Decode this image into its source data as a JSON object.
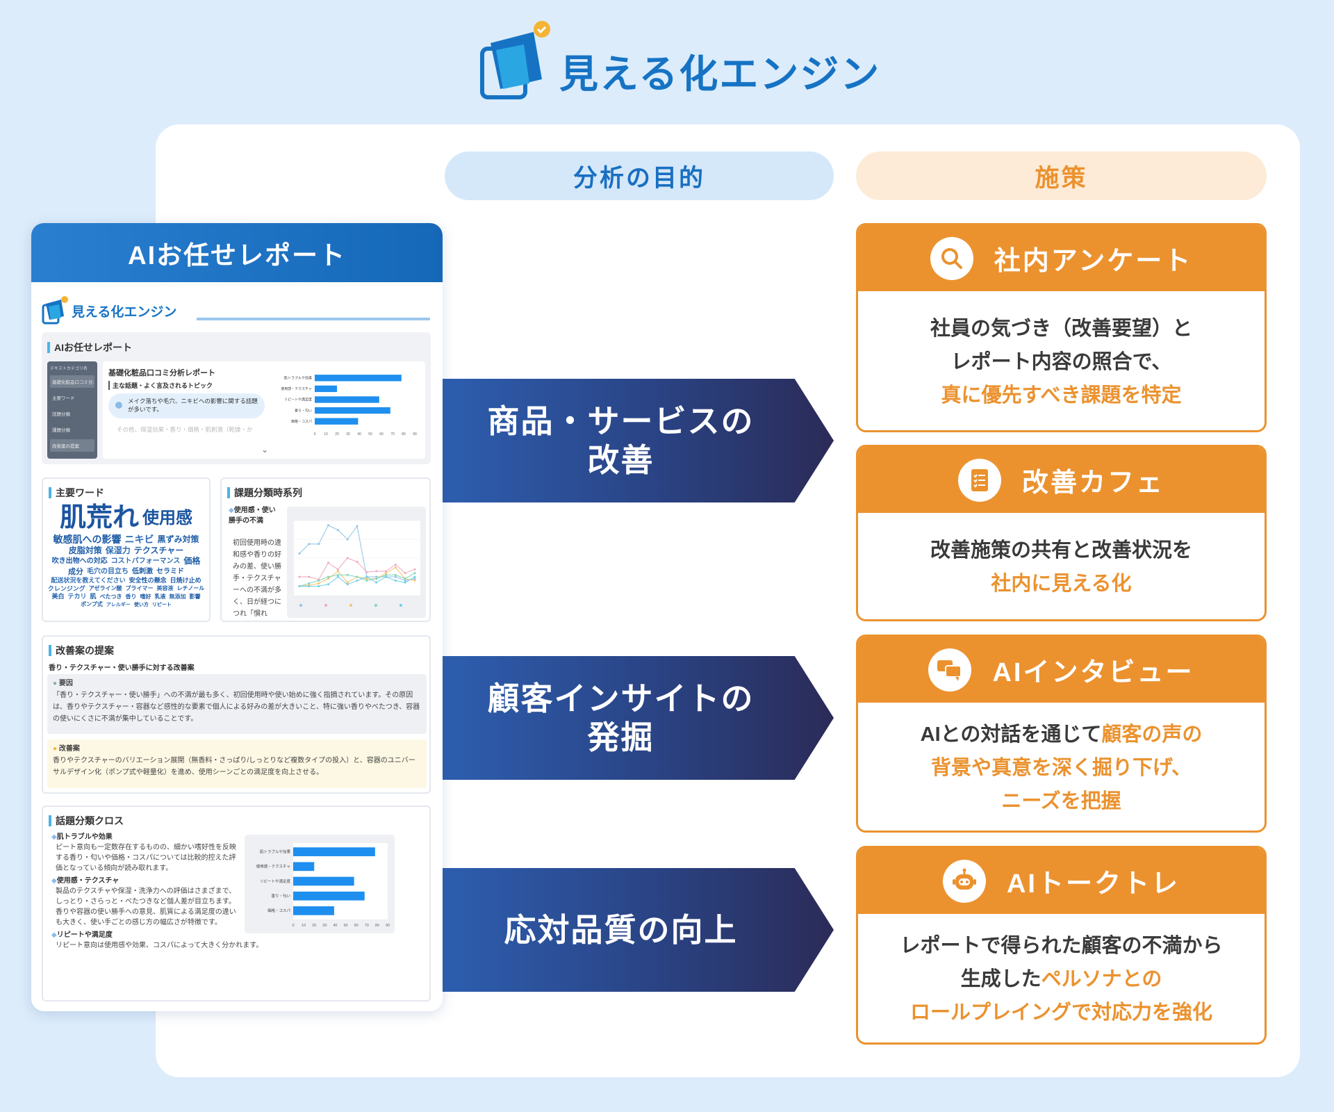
{
  "brand": {
    "name": "見える化エンジン",
    "colors": {
      "blue": "#1673c4",
      "orange": "#eb922f",
      "navy": "#2b2b57",
      "background": "#dcecfb"
    }
  },
  "columns": {
    "purpose": "分析の目的",
    "measures": "施策"
  },
  "purposes": [
    {
      "line1": "商品・サービスの",
      "line2": "改善"
    },
    {
      "line1": "顧客インサイトの",
      "line2": "発掘"
    },
    {
      "line1": "応対品質の向上",
      "line2": ""
    }
  ],
  "measures": [
    {
      "title": "社内アンケート",
      "icon": "search-icon",
      "lines": [
        {
          "text": "社員の気づき（改善要望）と"
        },
        {
          "text": "レポート内容の照合で、"
        },
        {
          "text": "真に優先すべき課題を特定",
          "highlight": true
        }
      ]
    },
    {
      "title": "改善カフェ",
      "icon": "checklist-icon",
      "lines": [
        {
          "text": "改善施策の共有と改善状況を"
        },
        {
          "text": "社内に見える化",
          "highlight": true
        }
      ]
    },
    {
      "title": "AIインタビュー",
      "icon": "chat-icon",
      "line1_plain": "AIとの対話を通じて",
      "line1_hl": "顧客の声の",
      "line2": "背景や真意を深く掘り下げ、",
      "line3": "ニーズを把握"
    },
    {
      "title": "AIトークトレ",
      "icon": "robot-icon",
      "line1": "レポートで得られた顧客の不満から",
      "line2_plain": "生成した",
      "line2_hl": "ペルソナとの",
      "line3": "ロールプレイングで対応力を強化"
    }
  ],
  "report": {
    "header": "AIお任せレポート",
    "logo_text": "見える化エンジン",
    "section1": {
      "title": "AIお任せレポート",
      "sidebar": {
        "heading": "テキストカテゴリ名",
        "items": [
          "基礎化粧品口コミ分…",
          "主要ワード",
          "話題分類",
          "課題分類",
          "改善案の提案"
        ],
        "active": 0
      },
      "doc_title": "基礎化粧品口コミ分析レポート",
      "subheading": "主な話題・よく言及されるトピック",
      "bubble": "メイク落ちや毛穴、ニキビへの影響に関する話題が多いです。",
      "faded": "その他、保湿効果・香り・価格・肌刺激（乾燥・か"
    },
    "keywords": {
      "title": "主要ワード",
      "words": [
        "肌荒れ",
        "使用感",
        "敏感肌への影響",
        "ニキビ",
        "黒ずみ対策",
        "皮脂対策",
        "保湿力",
        "テクスチャー",
        "吹き出物への対応",
        "コストパフォーマンス",
        "価格",
        "成分",
        "毛穴の目立ち",
        "低刺激",
        "セラミド",
        "配送状況を教えてください",
        "安全性の懸念",
        "日焼け止め",
        "クレンジング",
        "アゼライン酸",
        "プライマー",
        "美容液",
        "レチノール",
        "美白",
        "テカリ",
        "肌",
        "べたつき",
        "香り",
        "嗜好",
        "乳液",
        "無添加",
        "影響",
        "ポンプ式",
        "アレルギー",
        "使い方",
        "リピート"
      ]
    },
    "timeseries": {
      "title": "課題分類時系列",
      "bullet": "使用感・使い勝手の不満",
      "text": "初回使用時の違和感や香りの好みの差、使い勝手・テクスチャーへの不満が多く、日が経つにつれ「慣れ"
    },
    "proposal": {
      "title": "改善案の提案",
      "subtitle": "香り・テクスチャー・使い勝手に対する改善案",
      "cause_label": "要因",
      "cause": "「香り・テクスチャー・使い勝手」への不満が最も多く、初回使用時や使い始めに強く指摘されています。その原因は、香りやテクスチャー・容器など感性的な要素で個人による好みの差が大きいこと、特に強い香りやべたつき、容器の使いにくさに不満が集中していることです。",
      "plan_label": "改善案",
      "plan": "香りやテクスチャーのバリエーション展開（無香料・さっぱり/しっとりなど複数タイプの投入）と、容器のユニバーサルデザイン化（ポンプ式や軽量化）を進め、使用シーンごとの満足度を向上させる。"
    },
    "cross": {
      "title": "話題分類クロス",
      "items": [
        {
          "head": "肌トラブルや効果",
          "text": "ピート意向も一定数存在するものの、細かい嗜好性を反映する香り・匂いや価格・コスパについては比較的控えた評価となっている傾向が読み取れます。"
        },
        {
          "head": "使用感・テクスチャ",
          "text": "製品のテクスチャや保湿・洗浄力への評価はさまざまで、しっとり・さらっと・べたつきなど個人差が目立ちます。香りや容器の使い勝手への意見、肌質による満足度の違いも大きく、使い手ごとの感じ方の幅広さが特徴です。"
        },
        {
          "head": "リピートや満足度",
          "text": "リピート意向は使用感や効果、コスパによって大きく分かれます。"
        }
      ]
    }
  },
  "chart_data": [
    {
      "type": "bar",
      "orientation": "horizontal",
      "categories": [
        "肌トラブルや効果",
        "使用感・テクスチャ",
        "リピートや満足度",
        "香り・匂い",
        "価格・コスパ"
      ],
      "values": [
        78,
        20,
        58,
        68,
        39
      ],
      "xlim": [
        0,
        90
      ],
      "xticks": [
        0,
        10,
        20,
        30,
        40,
        50,
        60,
        70,
        80,
        90
      ],
      "color": "#1e8fef"
    },
    {
      "type": "line",
      "series": [
        {
          "color": "#8fc4e6",
          "values": [
            45,
            55,
            55,
            75,
            70,
            60,
            74,
            20,
            20,
            20,
            20,
            16,
            18
          ]
        },
        {
          "color": "#f0a6bf",
          "values": [
            20,
            20,
            17,
            35,
            28,
            40,
            36,
            25,
            26,
            26,
            33,
            24,
            28
          ]
        },
        {
          "color": "#f5c26b",
          "values": [
            10,
            11,
            13,
            18,
            26,
            14,
            20,
            18,
            18,
            24,
            30,
            18,
            16
          ]
        },
        {
          "color": "#7fd6b8",
          "values": [
            10,
            13,
            16,
            20,
            22,
            22,
            20,
            16,
            18,
            22,
            22,
            18,
            24
          ]
        },
        {
          "color": "#6ccfe6",
          "values": [
            10,
            10,
            10,
            12,
            20,
            12,
            16,
            20,
            14,
            20,
            16,
            14,
            20
          ]
        }
      ],
      "ylim": [
        0,
        80
      ],
      "grid": true
    }
  ]
}
